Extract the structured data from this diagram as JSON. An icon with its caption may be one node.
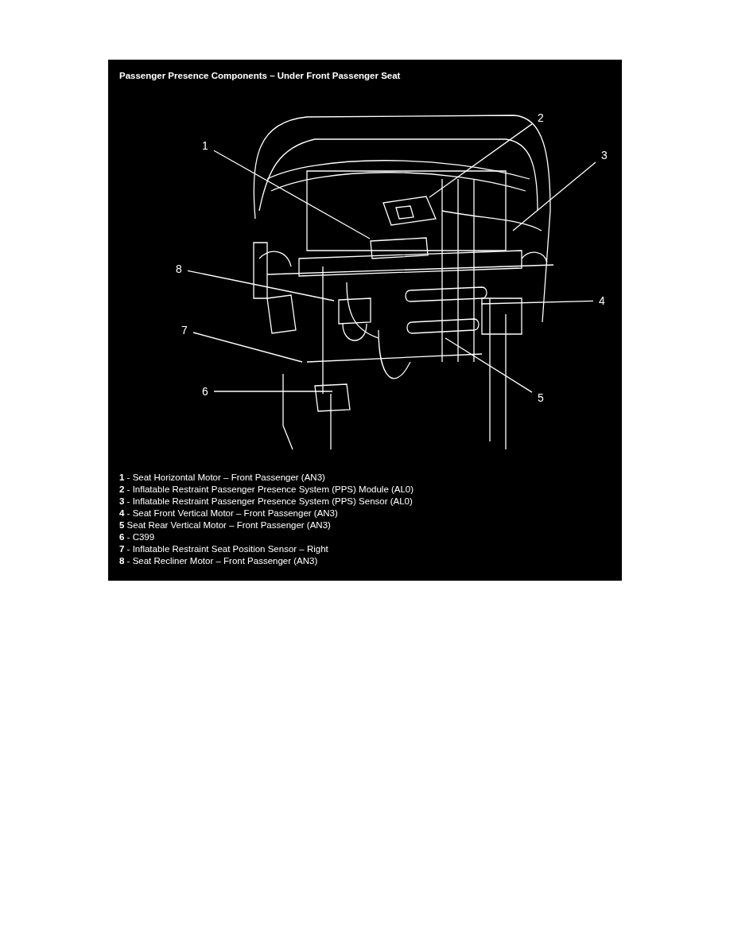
{
  "diagram": {
    "title": "Passenger Presence Components – Under Front Passenger Seat",
    "nodes": [
      {
        "text": [
          "1"
        ]
      },
      {
        "text": [
          "2"
        ]
      },
      {
        "text": [
          "3"
        ]
      },
      {
        "text": [
          "4"
        ]
      },
      {
        "text": [
          "5"
        ]
      },
      {
        "text": [
          "6"
        ]
      },
      {
        "text": [
          "7"
        ]
      },
      {
        "text": [
          "8"
        ]
      }
    ],
    "edges": [
      {
        "from": 0,
        "to": null,
        "arrow": "none"
      },
      {
        "from": 1,
        "to": null,
        "arrow": "none"
      },
      {
        "from": 2,
        "to": null,
        "arrow": "none"
      },
      {
        "from": 3,
        "to": null,
        "arrow": "none"
      },
      {
        "from": 4,
        "to": null,
        "arrow": "none"
      },
      {
        "from": 5,
        "to": null,
        "arrow": "none"
      },
      {
        "from": 6,
        "to": null,
        "arrow": "none"
      },
      {
        "from": 7,
        "to": null,
        "arrow": "none"
      }
    ],
    "labels": [
      "**1** - Seat Horizontal Motor – Front Passenger (AN3)",
      "**2** - Inflatable Restraint Passenger Presence System (PPS) Module (AL0)",
      "**3** - Inflatable Restraint Passenger Presence System (PPS) Sensor (AL0)",
      "**4** - Seat Front Vertical Motor – Front Passenger (AN3)",
      "**5** Seat Rear Vertical Motor – Front Passenger (AN3)",
      "**6** - C399",
      "**7** - Inflatable Restraint Seat Position Sensor – Right",
      "**8** - Seat Recliner Motor – Front Passenger (AN3)"
    ]
  }
}
